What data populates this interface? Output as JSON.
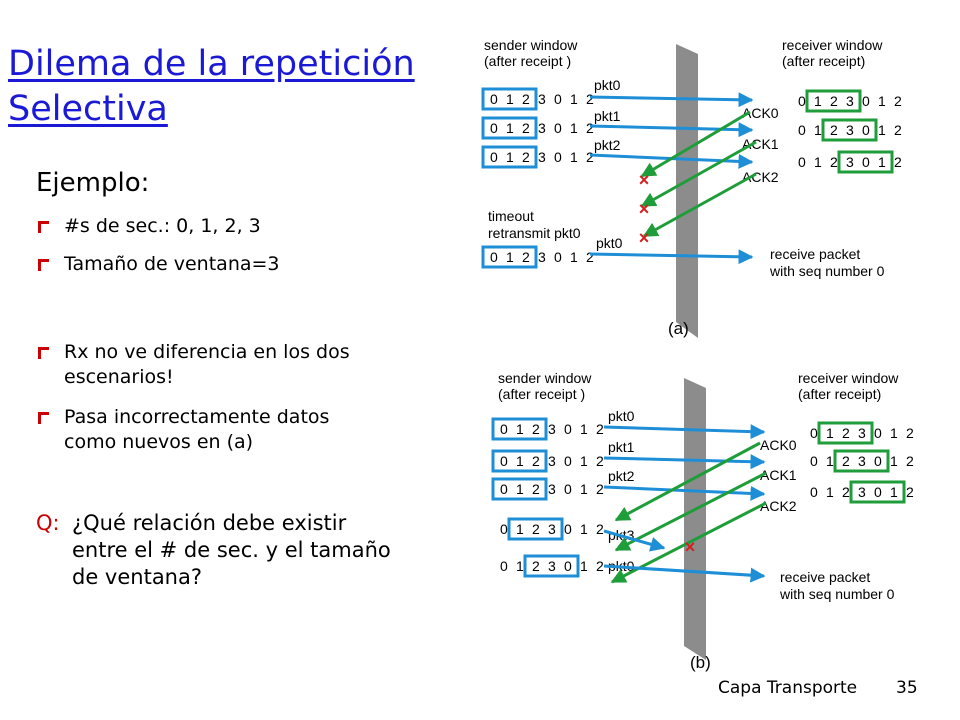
{
  "slide": {
    "title_line1": "Dilema de la repetición",
    "title_line2": "Selectiva",
    "example_heading": "Ejemplo:",
    "bullets": [
      "#s de sec.: 0, 1, 2, 3",
      "Tamaño de ventana=3",
      "Rx no ve diferencia en los dos escenarios!",
      "Pasa incorrectamente datos como nuevos en (a)"
    ],
    "question_label": "Q:",
    "question_text": "¿Qué relación debe existir entre el # de sec. y el tamaño de ventana?",
    "footer_text": "Capa Transporte",
    "page_number": "35"
  },
  "diagram": {
    "sender_label_1": "sender window",
    "sender_label_2": "(after receipt )",
    "receiver_label_1": "receiver window",
    "receiver_label_2": "(after receipt)",
    "sequence_digits": [
      "0",
      "1",
      "2",
      "3",
      "0",
      "1",
      "2"
    ],
    "packet_labels": [
      "pkt0",
      "pkt1",
      "pkt2",
      "pkt3"
    ],
    "ack_labels": [
      "ACK0",
      "ACK1",
      "ACK2"
    ],
    "timeout_line1": "timeout",
    "timeout_line2": "retransmit pkt0",
    "receive_line1": "receive packet",
    "receive_line2": "with seq number 0",
    "loss_marker": "×",
    "scenario_a": "(a)",
    "scenario_b": "(b)",
    "colors": {
      "sender": "#1e8fd6",
      "receiver": "#1f9d3a",
      "loss": "#d62020",
      "wall": "#8c8c8c",
      "title": "#1a1ad6",
      "bullet": "#cc0000"
    }
  }
}
